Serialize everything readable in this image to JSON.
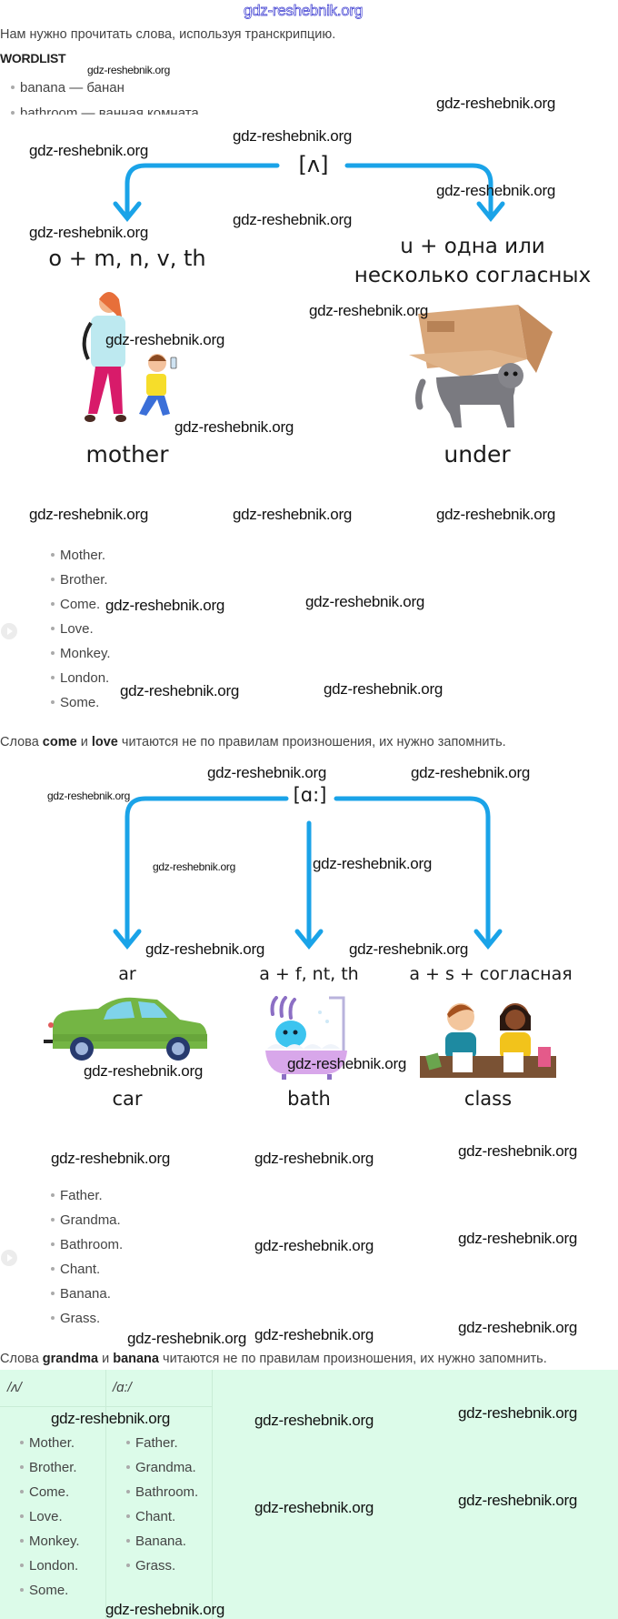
{
  "watermark": "gdz-reshebnik.org",
  "intro": "Нам нужно прочитать слова, используя транскрипцию.",
  "wordlist": {
    "heading": "WORDLIST",
    "items": [
      "banana — банан",
      "bathroom — ванная комната"
    ]
  },
  "diagram1": {
    "sound": "[ʌ]",
    "rule_left": "o + m, n, v, th",
    "rule_right_line1": "u + одна или",
    "rule_right_line2": "несколько согласных",
    "caption_left": "mother",
    "caption_right": "under",
    "arrow_color": "#1aa3e8"
  },
  "list1": [
    "Mother.",
    "Brother.",
    "Come.",
    "Love.",
    "Monkey.",
    "London.",
    "Some."
  ],
  "note1": {
    "prefix": "Слова ",
    "word1": "come",
    "mid": " и ",
    "word2": "love",
    "suffix": " читаются не по правилам произношения, их нужно запомнить."
  },
  "diagram2": {
    "sound": "[ɑ:]",
    "rule_left": "ar",
    "rule_mid": "a + f, nt, th",
    "rule_right": "a + s + согласная",
    "caption_left": "car",
    "caption_mid": "bath",
    "caption_right": "class",
    "arrow_color": "#1aa3e8"
  },
  "list2": [
    "Father.",
    "Grandma.",
    "Bathroom.",
    "Chant.",
    "Banana.",
    "Grass."
  ],
  "note2": {
    "prefix": "Слова ",
    "word1": "grandma",
    "mid": " и ",
    "word2": "banana",
    "suffix": " читаются не по правилам произношения, их нужно запомнить."
  },
  "table": {
    "headers": [
      "/ʌ/",
      "/ɑ:/"
    ],
    "col1": [
      "Mother.",
      "Brother.",
      "Come.",
      "Love.",
      "Monkey.",
      "London.",
      "Some."
    ],
    "col2": [
      "Father.",
      "Grandma.",
      "Bathroom.",
      "Chant.",
      "Banana.",
      "Grass."
    ],
    "background": "#dcfbe9"
  }
}
